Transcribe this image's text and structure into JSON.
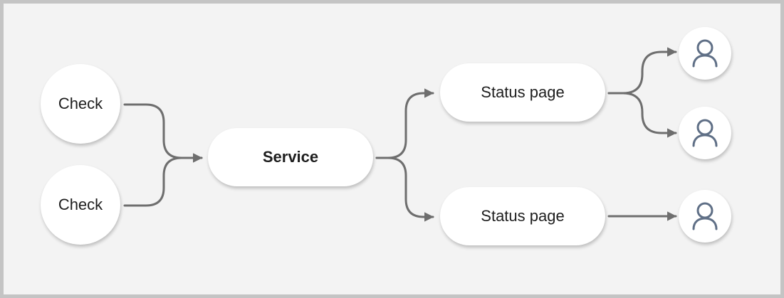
{
  "diagram": {
    "nodes": {
      "check_1": {
        "label": "Check"
      },
      "check_2": {
        "label": "Check"
      },
      "service": {
        "label": "Service"
      },
      "status_page_1": {
        "label": "Status page"
      },
      "status_page_2": {
        "label": "Status page"
      },
      "user_1": {
        "icon": "user-icon"
      },
      "user_2": {
        "icon": "user-icon"
      },
      "user_3": {
        "icon": "user-icon"
      }
    },
    "edges": [
      {
        "from": "check_1",
        "to": "service"
      },
      {
        "from": "check_2",
        "to": "service"
      },
      {
        "from": "service",
        "to": "status_page_1"
      },
      {
        "from": "service",
        "to": "status_page_2"
      },
      {
        "from": "status_page_1",
        "to": "user_1"
      },
      {
        "from": "status_page_1",
        "to": "user_2"
      },
      {
        "from": "status_page_2",
        "to": "user_3"
      }
    ]
  },
  "colors": {
    "background": "#f3f3f3",
    "border": "#c4c4c4",
    "node_fill": "#ffffff",
    "connector": "#6e6e6e",
    "user_icon": "#5f6f86"
  }
}
